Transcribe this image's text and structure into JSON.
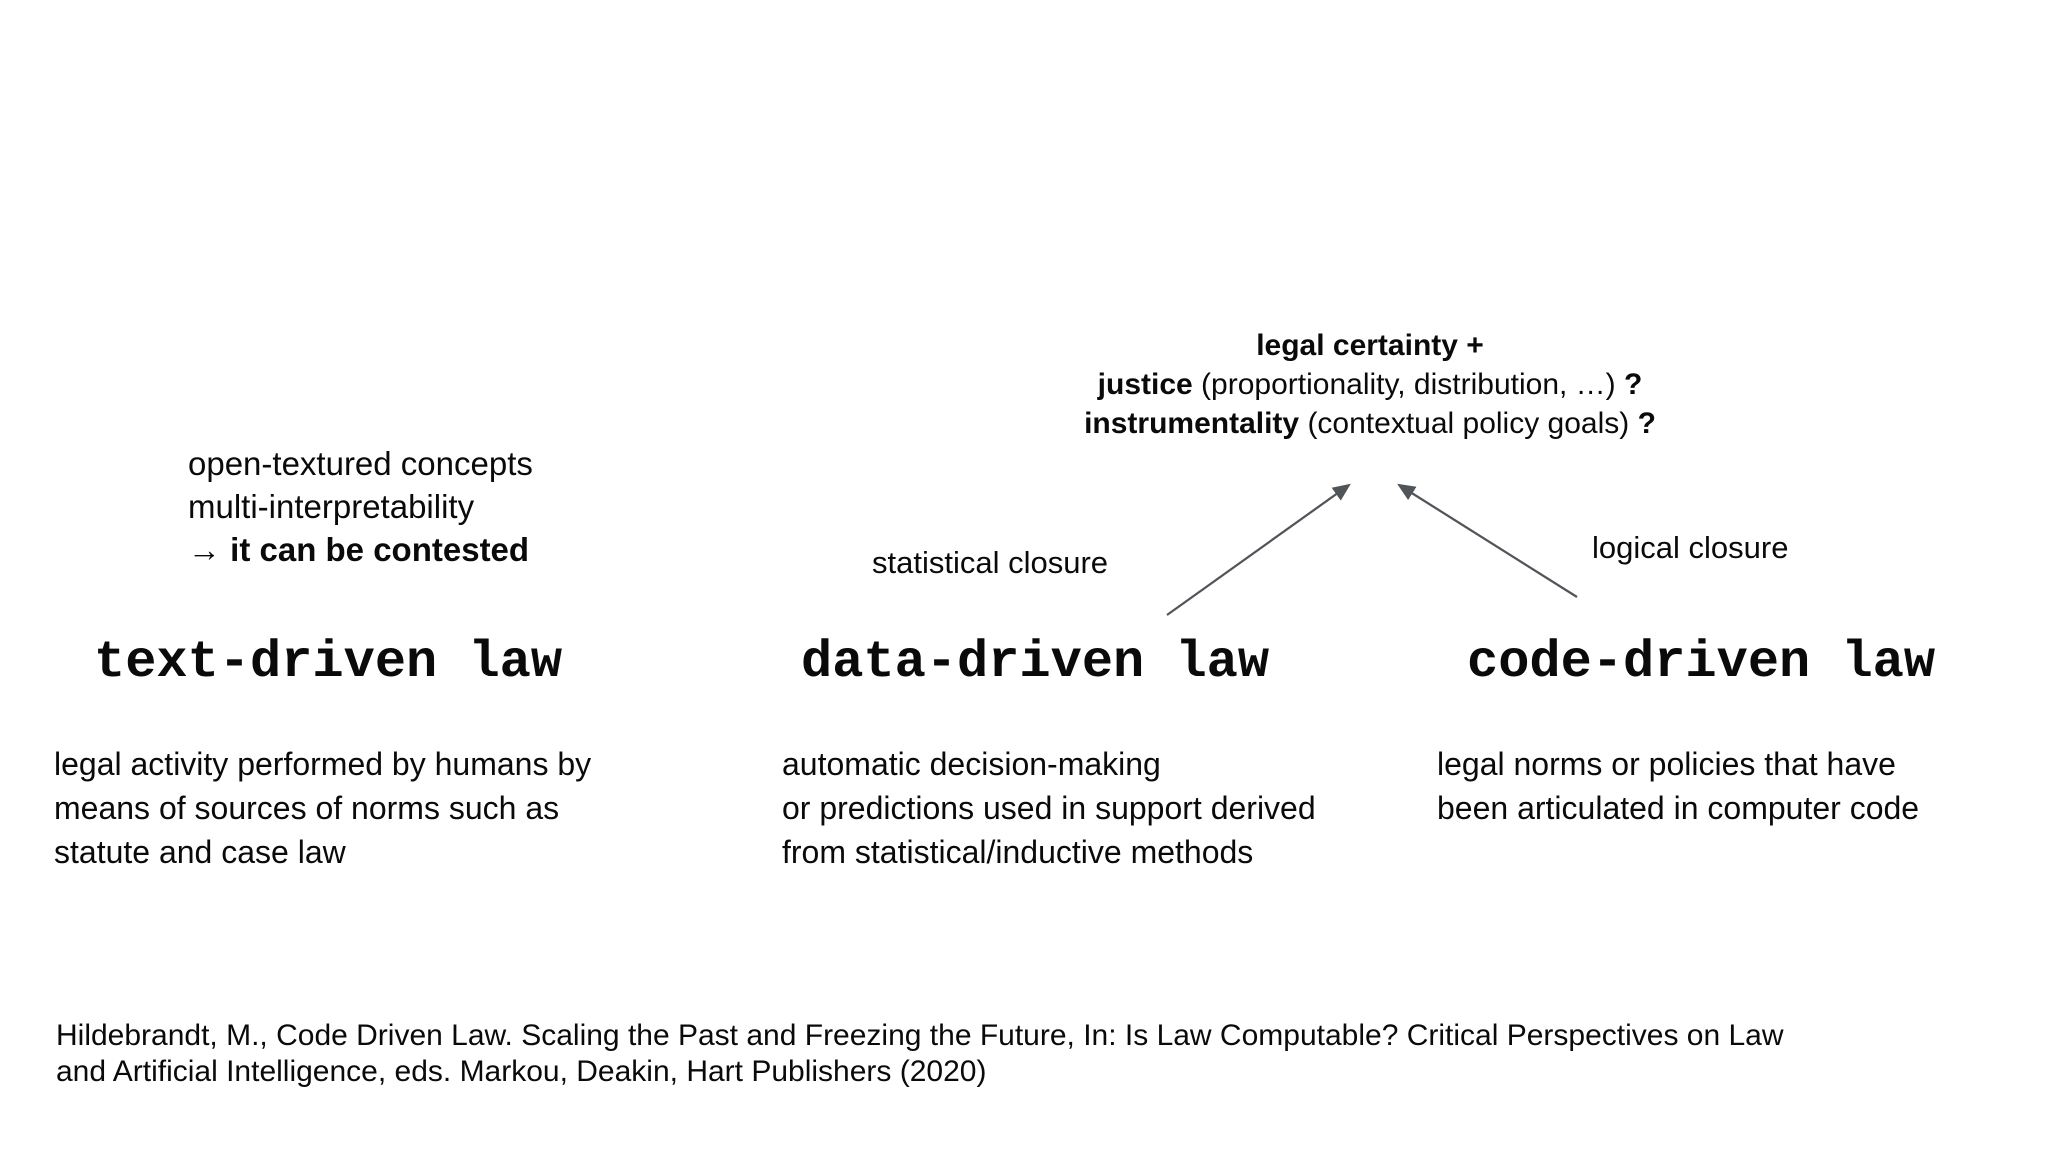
{
  "slide": {
    "background": "#ffffff",
    "text_color": "#0a0a0a",
    "arrow_color": "#515459"
  },
  "goals": {
    "line1": "legal certainty +",
    "line2": {
      "lead": "justice",
      "body": " (proportionality, distribution, …) ",
      "mark": "?"
    },
    "line3": {
      "lead": "instrumentality",
      "body": " (contextual policy goals) ",
      "mark": "?"
    }
  },
  "text_law_properties": {
    "line1": "open-textured concepts",
    "line2": "multi-interpretability",
    "line3": {
      "arrow": "→",
      "conclusion": " it can be contested"
    }
  },
  "closures": {
    "statistical": "statistical closure",
    "logical": "logical closure"
  },
  "columns": [
    {
      "title": "text-driven law",
      "description": "legal activity performed by humans by\nmeans of sources of norms such as\nstatute and case law"
    },
    {
      "title": "data-driven law",
      "description": "automatic decision-making\nor predictions used in support derived\nfrom statistical/inductive methods"
    },
    {
      "title": "code-driven law",
      "description": "legal norms or policies that have\nbeen articulated in computer code"
    }
  ],
  "citation": "Hildebrandt, M., Code Driven Law. Scaling the Past and Freezing the Future, In: Is Law Computable? Critical Perspectives on Law\nand Artificial Intelligence, eds. Markou, Deakin, Hart Publishers (2020)"
}
